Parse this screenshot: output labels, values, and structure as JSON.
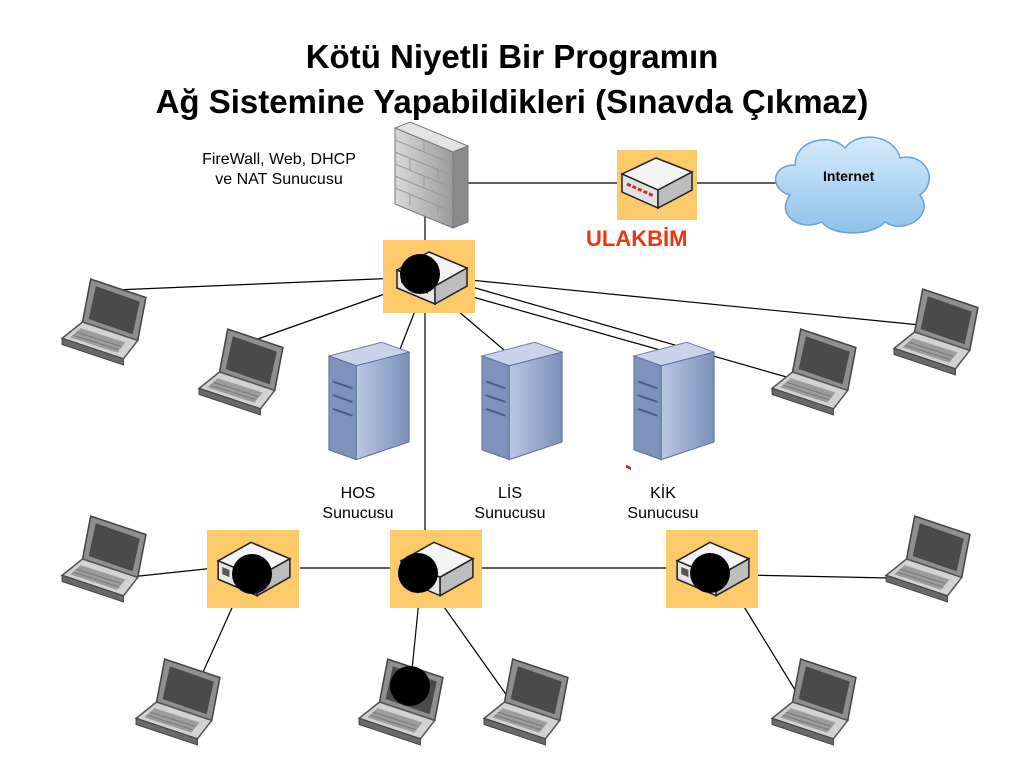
{
  "title": {
    "line1": "Kötü Niyetli Bir Programın",
    "line2": "Ağ Sistemine Yapabildikleri (Sınavda Çıkmaz)"
  },
  "labels": {
    "firewall_line1": "FireWall, Web, DHCP",
    "firewall_line2": "ve NAT Sunucusu",
    "internet": "Internet",
    "ulakbim": "ULAKBİM",
    "hos_line1": "HOS",
    "hos_line2": "Sunucusu",
    "lis_line1": "LİS",
    "lis_line2": "Sunucusu",
    "kik_line1": "KİK",
    "kik_line2": "Sunucusu"
  },
  "colors": {
    "switch_highlight": "#fcc96b",
    "ulakbim_text": "#e8380d",
    "cloud_fill": "#a7cff0",
    "server_fill": "#8fa3c8",
    "infection_dot": "#000000"
  },
  "icons": {
    "firewall": "brick-wall-icon",
    "router": "router-icon",
    "switch": "network-switch-icon",
    "server": "tower-server-icon",
    "laptop": "laptop-icon",
    "cloud": "cloud-icon",
    "infection": "black-dot-icon"
  }
}
